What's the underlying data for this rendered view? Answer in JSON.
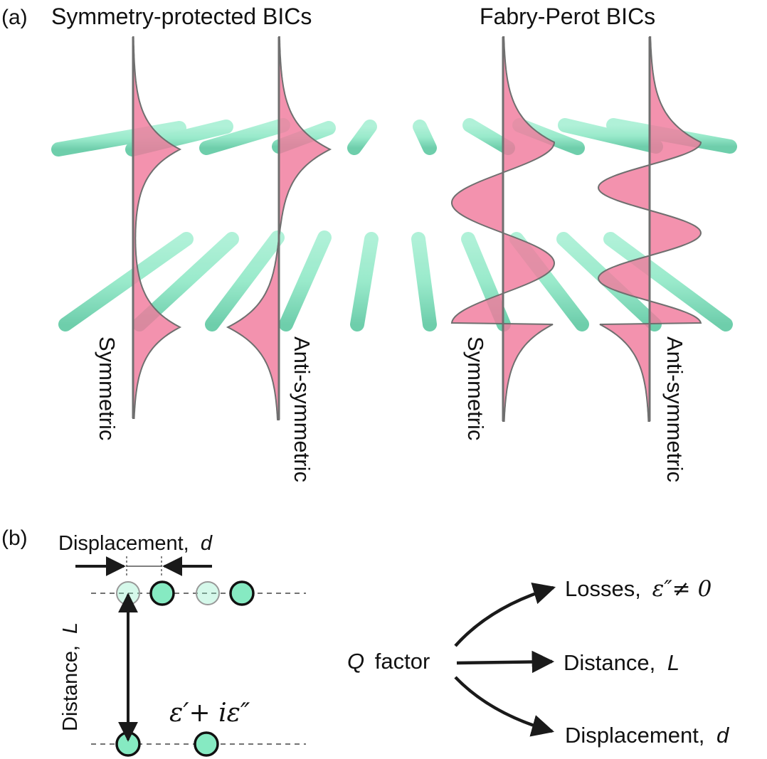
{
  "panel_a": {
    "panel_label": "(a)",
    "title_left": "Symmetry-protected BICs",
    "title_right": "Fabry-Perot BICs",
    "mode_labels": {
      "sp_symmetric": "Symmetric",
      "sp_antisymmetric": "Anti-symmetric",
      "fp_symmetric": "Symmetric",
      "fp_antisymmetric": "Anti-symmetric"
    }
  },
  "panel_b": {
    "panel_label": "(b)",
    "displacement_label": "Displacement,",
    "displacement_symbol": "d",
    "distance_label": "Distance,",
    "distance_symbol": "L",
    "permittivity": "ε′+ iε″",
    "q_symbol": "Q",
    "q_word": "factor",
    "losses_label": "Losses,",
    "losses_math": "ε″≠ 0",
    "out_distance_label": "Distance,",
    "out_distance_symbol": "L",
    "out_displacement_label": "Displacement,",
    "out_displacement_symbol": "d"
  },
  "colors": {
    "rod": "#8fe8c6",
    "rod_dark": "#5fc9a3",
    "mode_fill": "#f07a9c",
    "mode_stroke": "#6f6f6f",
    "circle_fill": "#86eac2",
    "text": "#111111"
  }
}
